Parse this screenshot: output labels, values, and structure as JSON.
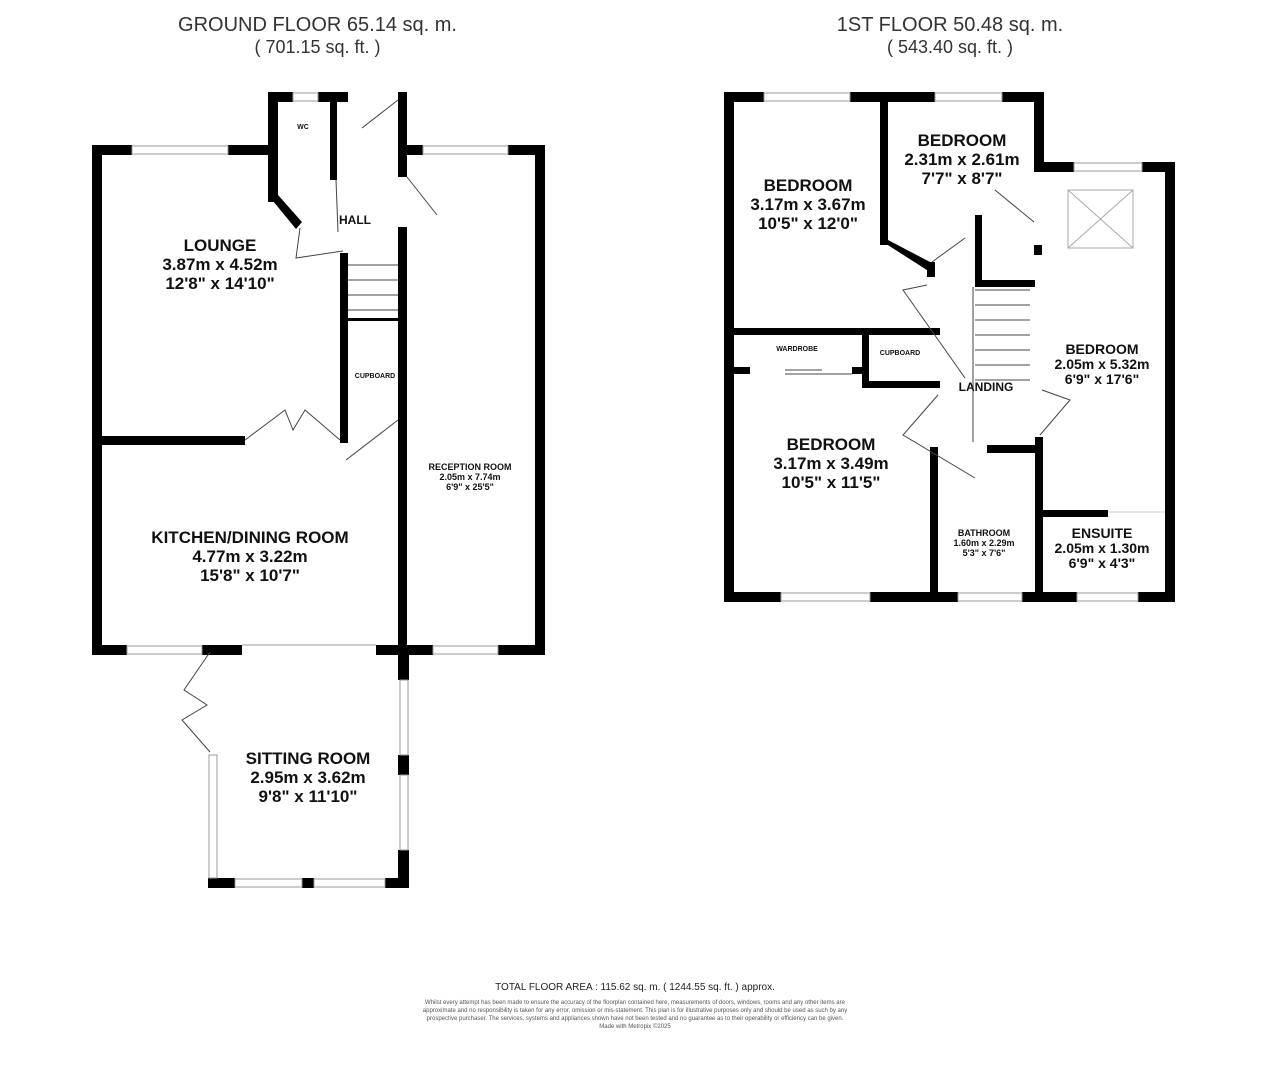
{
  "ground_floor": {
    "title": "GROUND FLOOR 65.14 sq. m.",
    "subtitle": "( 701.15 sq. ft. )",
    "rooms": [
      {
        "name": "LOUNGE",
        "metric": "3.87m x 4.52m",
        "imperial": "12'8\" x 14'10\""
      },
      {
        "name": "KITCHEN/DINING ROOM",
        "metric": "4.77m x 3.22m",
        "imperial": "15'8\" x 10'7\""
      },
      {
        "name": "RECEPTION ROOM",
        "metric": "2.05m x 7.74m",
        "imperial": "6'9\" x 25'5\""
      },
      {
        "name": "SITTING ROOM",
        "metric": "2.95m x 3.62m",
        "imperial": "9'8\" x 11'10\""
      }
    ],
    "labels": {
      "wc": "WC",
      "hall": "HALL",
      "cupboard": "CUPBOARD"
    }
  },
  "first_floor": {
    "title": "1ST FLOOR 50.48 sq. m.",
    "subtitle": "( 543.40 sq. ft. )",
    "rooms": [
      {
        "name": "BEDROOM",
        "metric": "3.17m x 3.67m",
        "imperial": "10'5\" x 12'0\""
      },
      {
        "name": "BEDROOM",
        "metric": "2.31m x 2.61m",
        "imperial": "7'7\" x 8'7\""
      },
      {
        "name": "BEDROOM",
        "metric": "2.05m x 5.32m",
        "imperial": "6'9\" x 17'6\""
      },
      {
        "name": "BEDROOM",
        "metric": "3.17m x 3.49m",
        "imperial": "10'5\" x 11'5\""
      },
      {
        "name": "BATHROOM",
        "metric": "1.60m x 2.29m",
        "imperial": "5'3\" x 7'6\""
      },
      {
        "name": "ENSUITE",
        "metric": "2.05m x 1.30m",
        "imperial": "6'9\" x 4'3\""
      }
    ],
    "labels": {
      "wardrobe": "WARDROBE",
      "cupboard": "CUPBOARD",
      "landing": "LANDING"
    }
  },
  "footer": {
    "total": "TOTAL FLOOR AREA : 115.62 sq. m. ( 1244.55 sq. ft. ) approx.",
    "disclaimer": "Whilst every attempt has been made to ensure the accuracy of the floorplan contained here, measurements of doors, windows, rooms and any other items are approximate and no responsibility is taken for any error, omission or mis-statement. This plan is for illustrative purposes only and should be used as such by any prospective purchaser. The services, systems and appliances shown have not been tested and no guarantee as to their operability or efficiency can be given.",
    "credit": "Made with Metropix ©2025"
  },
  "colors": {
    "wall": "#000000",
    "window": "#bbbbbb",
    "text": "#111111",
    "title": "#333333"
  }
}
